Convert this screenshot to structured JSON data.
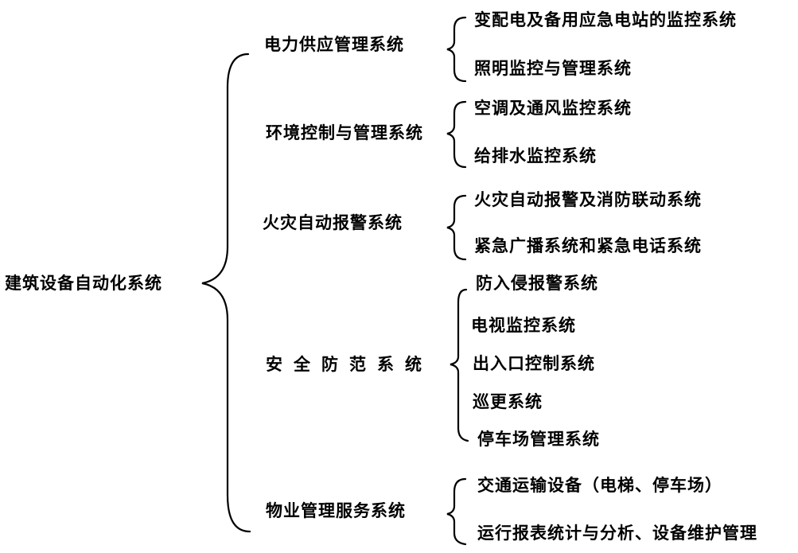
{
  "root": {
    "label": "建筑设备自动化系统"
  },
  "groups": [
    {
      "label": "电力供应管理系统",
      "items": [
        "变配电及备用应急电站的监控系统",
        "照明监控与管理系统"
      ]
    },
    {
      "label": "环境控制与管理系统",
      "items": [
        "空调及通风监控系统",
        "给排水监控系统"
      ]
    },
    {
      "label": "火灾自动报警系统",
      "items": [
        "火灾自动报警及消防联动系统",
        "紧急广播系统和紧急电话系统"
      ]
    },
    {
      "label": "安全防范系统",
      "items": [
        "防入侵报警系统",
        "电视监控系统",
        "出入口控制系统",
        "巡更系统",
        "停车场管理系统"
      ]
    },
    {
      "label": "物业管理服务系统",
      "items": [
        "交通运输设备（电梯、停车场）",
        "运行报表统计与分析、设备维护管理"
      ]
    }
  ]
}
